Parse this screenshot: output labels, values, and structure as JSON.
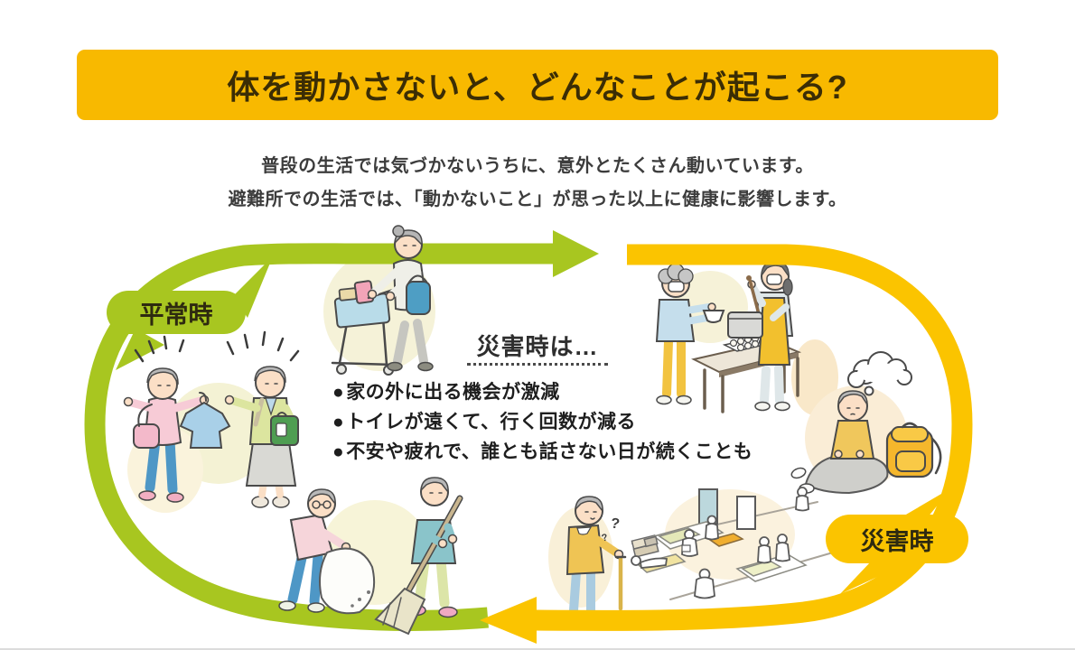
{
  "theme": {
    "bg": "#FFFFFF",
    "banner-yellow": "#F8B900",
    "arrow-green": "#A8C620",
    "arrow-yellow": "#FBC400",
    "title-dark": "#3B2D05",
    "text-dark": "#3C3C3C"
  },
  "banner": {
    "title": "体を動かさないと、どんなことが起こる?"
  },
  "intro": {
    "lines": [
      "普段の生活では気づかないうちに、意外とたくさん動いています。",
      "避難所での生活では、「動かないこと」が思った以上に健康に影響します。"
    ]
  },
  "cycle": {
    "normal_label": "平常時",
    "disaster_label": "災害時"
  },
  "disaster_panel": {
    "heading": "災害時は…",
    "bullet": "●",
    "bullets": [
      "家の外に出る機会が激減",
      "トイレが遠くて、行く回数が減る",
      "不安や疲れで、誰とも話さない日が続くことも"
    ]
  },
  "shelter": {
    "question_mark": "?"
  },
  "icons": {
    "scenes": [
      "shopping-cart-illustration",
      "clothes-shopping-illustration",
      "street-cleaning-illustration",
      "food-serving-illustration",
      "sitting-alone-illustration",
      "evacuation-shelter-illustration"
    ]
  }
}
